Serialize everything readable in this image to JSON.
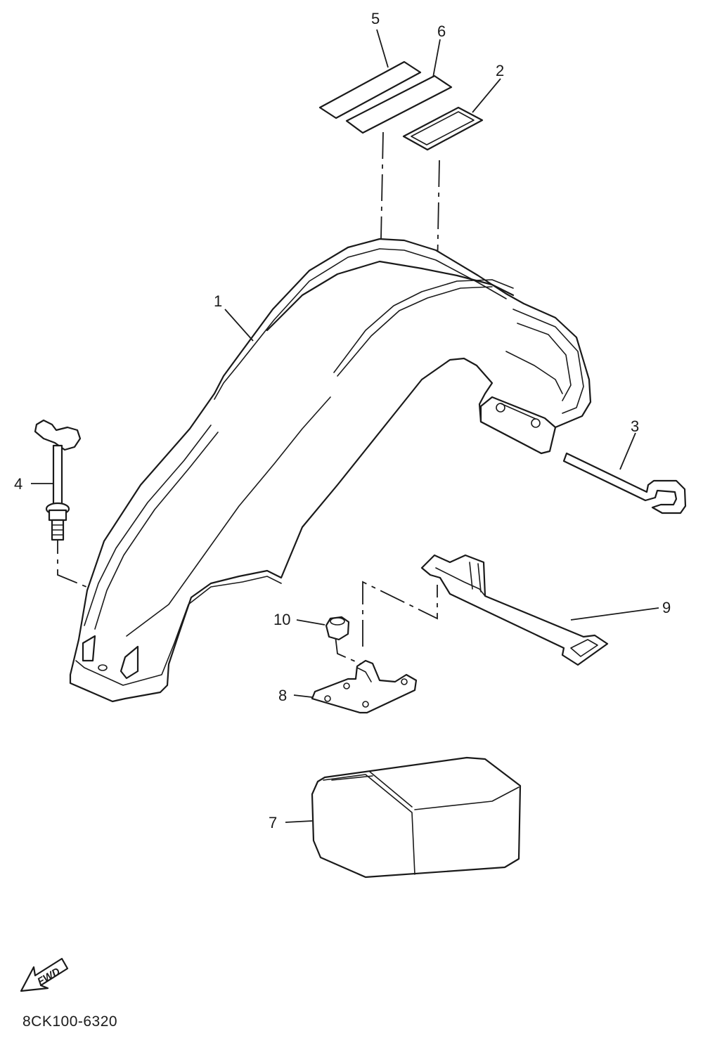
{
  "diagram": {
    "drawing_code": "8CK100-6320",
    "direction_arrow": {
      "label": "FWD"
    },
    "callouts": [
      {
        "id": "callout-1",
        "text": "1"
      },
      {
        "id": "callout-2",
        "text": "2"
      },
      {
        "id": "callout-3",
        "text": "3"
      },
      {
        "id": "callout-4",
        "text": "4"
      },
      {
        "id": "callout-5",
        "text": "5"
      },
      {
        "id": "callout-6",
        "text": "6"
      },
      {
        "id": "callout-7",
        "text": "7"
      },
      {
        "id": "callout-8",
        "text": "8"
      },
      {
        "id": "callout-9",
        "text": "9"
      },
      {
        "id": "callout-10",
        "text": "10"
      }
    ],
    "line_color": "#1a1a1a",
    "background_color": "#ffffff"
  }
}
